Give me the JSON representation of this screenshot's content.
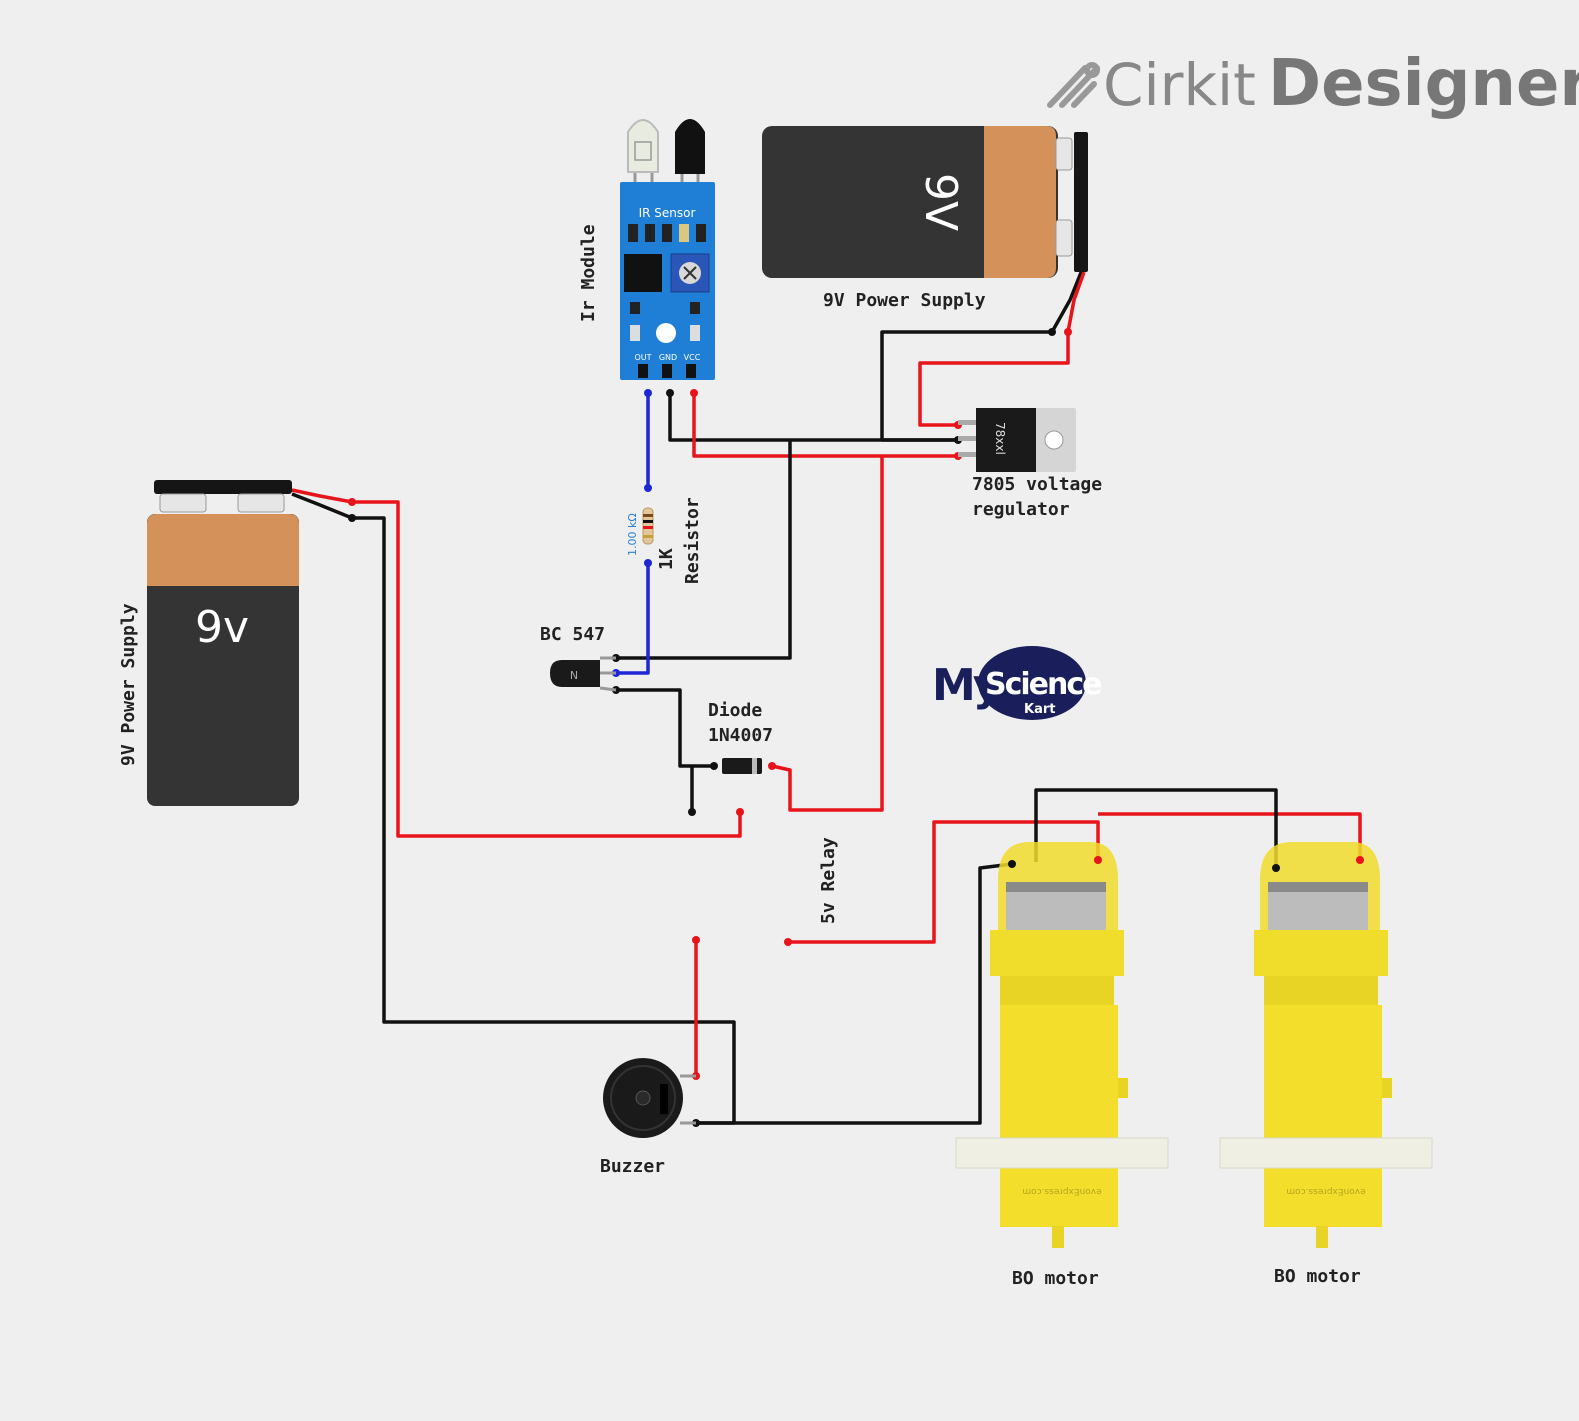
{
  "brand": {
    "part1": "Cirkit",
    "part2": "Designer"
  },
  "components": {
    "ir_module": {
      "label": "Ir Module",
      "board_text": "IR Sensor",
      "pins": [
        "OUT",
        "GND",
        "VCC"
      ]
    },
    "battery_top": {
      "label": "9V Power Supply",
      "face_text": "9V"
    },
    "battery_left": {
      "label": "9V Power Supply",
      "face_text": "9v"
    },
    "regulator": {
      "label_line1": "7805 voltage",
      "label_line2": "regulator",
      "body_text": "78xxl"
    },
    "resistor": {
      "label_line1": "1K",
      "label_line2": "Resistor",
      "value": "1.00 kΩ"
    },
    "transistor": {
      "label": "BC 547"
    },
    "diode": {
      "label_line1": "Diode",
      "label_line2": "1N4007"
    },
    "relay": {
      "label": "5v Relay"
    },
    "buzzer": {
      "label": "Buzzer"
    },
    "motor_left": {
      "label": "BO motor",
      "embossed": "evonExpress.com"
    },
    "motor_right": {
      "label": "BO motor",
      "embossed": "evonExpress.com"
    }
  },
  "logo": {
    "my": "My",
    "science": "Science",
    "kart": "Kart"
  },
  "colors": {
    "wire_red": "#e8141b",
    "wire_black": "#111111",
    "wire_blue": "#1f26d6",
    "board_blue": "#1f7fd6",
    "battery_copper": "#d4915a",
    "battery_dark": "#343434",
    "motor_yellow": "#f0dc2a",
    "logo_navy": "#1a1f5c"
  }
}
